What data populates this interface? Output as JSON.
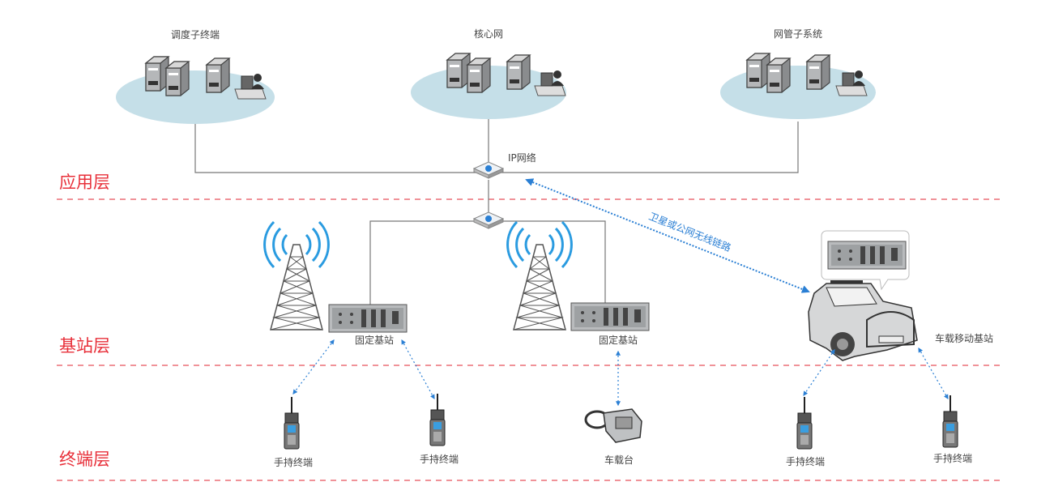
{
  "layers": [
    {
      "label": "应用层"
    },
    {
      "label": "基站层"
    },
    {
      "label": "终端层"
    }
  ],
  "clouds": [
    {
      "label": "调度子终端"
    },
    {
      "label": "核心网"
    },
    {
      "label": "网管子系统"
    }
  ],
  "network": {
    "ip_label": "IP网络",
    "wireless_link_label": "卫星或公网无线链路"
  },
  "base_stations": [
    {
      "label": "固定基站"
    },
    {
      "label": "固定基站"
    }
  ],
  "vehicle_station": {
    "label": "车载移动基站"
  },
  "terminals": [
    {
      "label": "手持终端"
    },
    {
      "label": "手持终端"
    },
    {
      "label": "车载台"
    },
    {
      "label": "手持终端"
    },
    {
      "label": "手持终端"
    }
  ],
  "colors": {
    "layer_text": "#e8303a",
    "divider": "#e8505a",
    "link": "#2a7fd4",
    "cloud": "#c5dfe8"
  }
}
